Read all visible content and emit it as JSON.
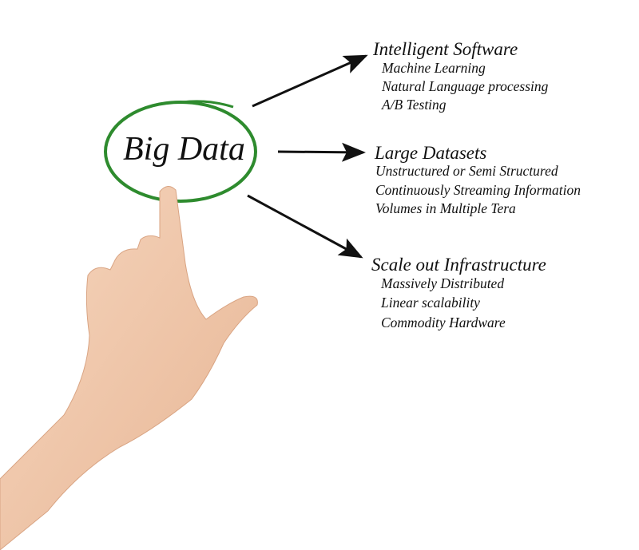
{
  "center": {
    "label": "Big Data"
  },
  "branches": [
    {
      "heading": "Intelligent Software",
      "items": [
        "Machine Learning",
        "Natural Language processing",
        "A/B Testing"
      ]
    },
    {
      "heading": "Large Datasets",
      "items": [
        "Unstructured or Semi Structured",
        "Continuously Streaming Information",
        "Volumes in Multiple Tera"
      ]
    },
    {
      "heading": "Scale out Infrastructure",
      "items": [
        "Massively Distributed",
        "Linear scalability",
        "Commodity Hardware"
      ]
    }
  ],
  "colors": {
    "ellipse": "#2e8b2e",
    "arrow": "#111111",
    "skin": "#f1c9ad"
  }
}
